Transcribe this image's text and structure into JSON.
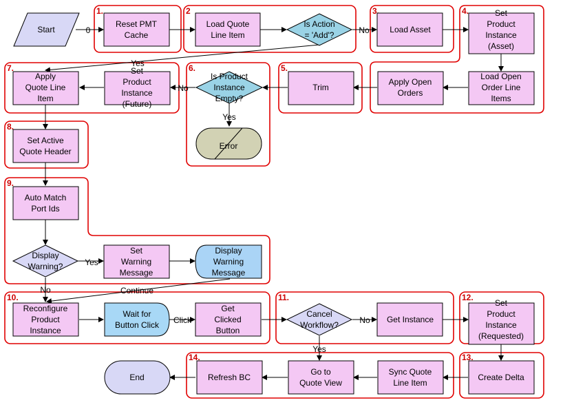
{
  "nodes": {
    "start": "Start",
    "reset_pmt": [
      "Reset PMT",
      "Cache"
    ],
    "load_quote_item": [
      "Load Quote",
      "Line Item"
    ],
    "is_action_add": [
      "Is Action",
      "= 'Add'?"
    ],
    "load_asset": "Load Asset",
    "set_instance_asset": [
      "Set",
      "Product",
      "Instance",
      "(Asset)"
    ],
    "load_open_order": [
      "Load Open",
      "Order Line",
      "Items"
    ],
    "apply_open_orders": [
      "Apply Open",
      "Orders"
    ],
    "trim": "Trim",
    "is_instance_empty": [
      "Is Product",
      "Instance",
      "Empty?"
    ],
    "error": "Error",
    "set_instance_future": [
      "Set",
      "Product",
      "Instance",
      "(Future)"
    ],
    "apply_quote_item": [
      "Apply",
      "Quote Line",
      "Item"
    ],
    "set_active_header": [
      "Set Active",
      "Quote Header"
    ],
    "auto_match": [
      "Auto Match",
      "Port Ids"
    ],
    "display_warning_q": [
      "Display",
      "Warning?"
    ],
    "set_warning": [
      "Set",
      "Warning",
      "Message"
    ],
    "display_warning_msg": [
      "Display",
      "Warning",
      "Message"
    ],
    "reconfigure": [
      "Reconfigure",
      "Product",
      "Instance"
    ],
    "wait_click": [
      "Wait for",
      "Button Click"
    ],
    "get_clicked": [
      "Get",
      "Clicked",
      "Button"
    ],
    "cancel_workflow": [
      "Cancel",
      "Workflow?"
    ],
    "get_instance": "Get Instance",
    "set_instance_requested": [
      "Set",
      "Product",
      "Instance",
      "(Requested)"
    ],
    "create_delta": "Create Delta",
    "sync_quote_item": [
      "Sync Quote",
      "Line Item"
    ],
    "go_quote_view": [
      "Go to",
      "Quote View"
    ],
    "refresh_bc": "Refresh BC",
    "end": "End"
  },
  "edge_labels": {
    "start_out": "0",
    "action_no": "No",
    "action_yes": "Yes",
    "empty_no": "No",
    "empty_yes": "Yes",
    "warn_yes": "Yes",
    "warn_no": "No",
    "continue": "Continue",
    "click": "Click",
    "cancel_no": "No",
    "cancel_yes": "Yes"
  },
  "groups": [
    "1.",
    "2",
    "3.",
    "4.",
    "5.",
    "6.",
    "7.",
    "8.",
    "9.",
    "10.",
    "11.",
    "12.",
    "13.",
    "14."
  ],
  "colors": {
    "step_fill": "#f4c8f4",
    "decision_fill": "#9ad3e6",
    "decision_alt_fill": "#d8d8f6",
    "start_fill": "#d8d8f6",
    "end_fill": "#d8d8f6",
    "error_fill": "#d2d2b4",
    "display_fill": "#aad4f6",
    "wait_fill": "#a8d8f6",
    "group_border": "#e00000"
  }
}
